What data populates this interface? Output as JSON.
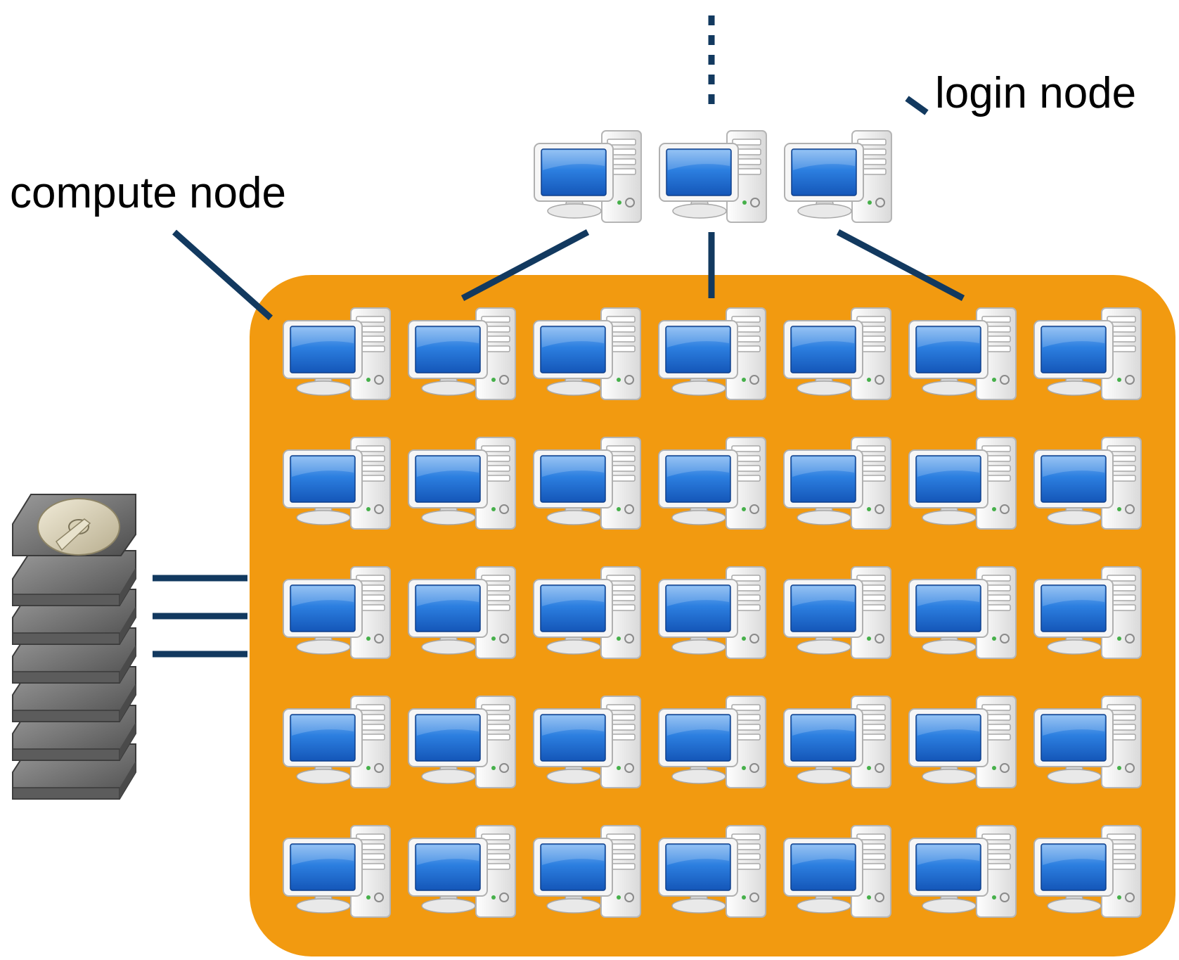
{
  "labels": {
    "compute_node": "compute node",
    "login_node": "login node"
  },
  "colors": {
    "cluster_fill": "#F29A10",
    "connector": "#12395F",
    "screen_blue": "#1E6FD1",
    "case_white": "#F4F4F4",
    "disk_gray": "#6E6E6E"
  },
  "icons": {
    "node": "desktop-computer-icon",
    "storage": "hard-disk-stack-icon"
  },
  "cluster": {
    "rows": 5,
    "columns": 7
  },
  "login_nodes": {
    "count": 3
  },
  "storage": {
    "disks": 6,
    "links": 3
  }
}
